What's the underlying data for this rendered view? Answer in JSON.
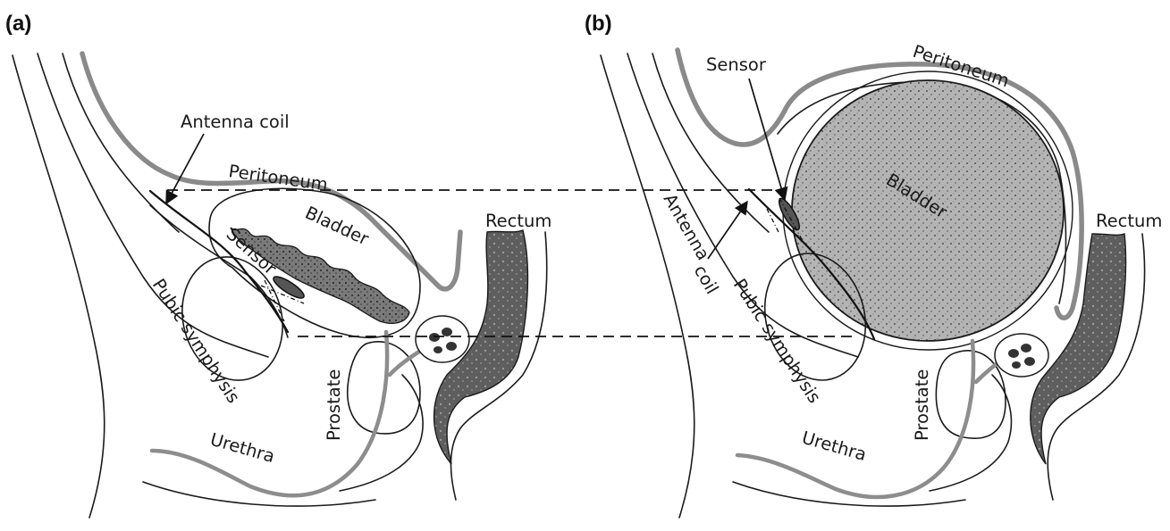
{
  "panels": {
    "a": {
      "label": "(a)",
      "labels": {
        "antenna_coil": "Antenna coil",
        "peritoneum": "Peritoneum",
        "bladder": "Bladder",
        "rectum": "Rectum",
        "sensor": "Sensor",
        "pubic_symphysis": "Pubic symphysis",
        "prostate": "Prostate",
        "urethra": "Urethra"
      }
    },
    "b": {
      "label": "(b)",
      "labels": {
        "sensor": "Sensor",
        "peritoneum": "Peritoneum",
        "bladder": "Bladder",
        "rectum": "Rectum",
        "antenna_coil_line1": "Antenna",
        "antenna_coil_line2": "coil",
        "pubic_symphysis": "Pubic  symphysis",
        "prostate": "Prostate",
        "urethra": "Urethra"
      }
    }
  },
  "colors": {
    "tissue_grey": "#8a8a8a",
    "bladder_fill": "#a9a9a9",
    "rectum_fill": "#6f6f6f",
    "line": "#1a1a1a"
  }
}
